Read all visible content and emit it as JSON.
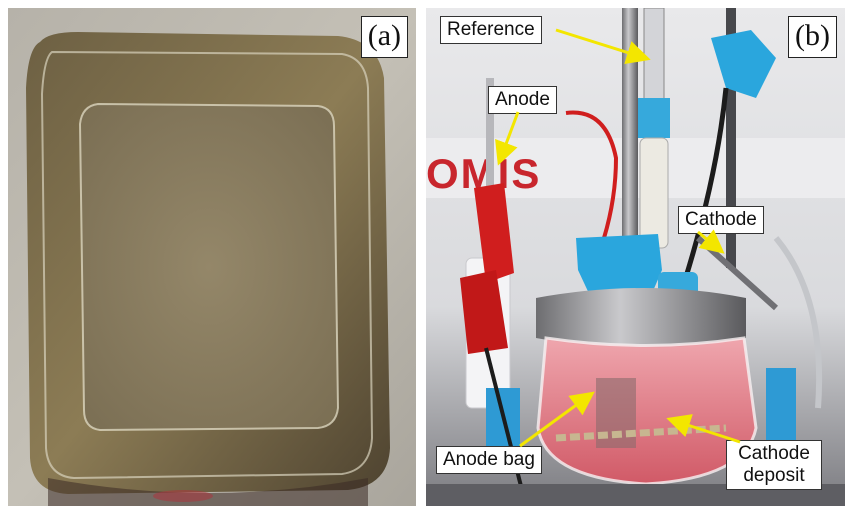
{
  "panel_a": {
    "letter": "(a)"
  },
  "panel_b": {
    "letter": "(b)",
    "labels": {
      "reference": "Reference",
      "anode": "Anode",
      "cathode": "Cathode",
      "anode_bag": "Anode bag",
      "cathode_deposit_line1": "Cathode",
      "cathode_deposit_line2": "deposit"
    },
    "background_text": "OMIS"
  },
  "colors": {
    "arrow": "#f3e600",
    "film": "#8d8060",
    "liquid": "#e8808a",
    "cap_blue": "#2aa6dd",
    "clip_red": "#d01e1e"
  }
}
